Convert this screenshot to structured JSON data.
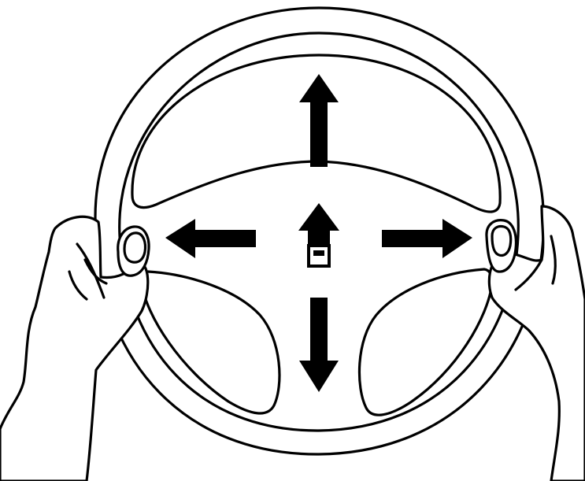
{
  "figure": {
    "background": "#ffffff",
    "ink": "#000000",
    "parts": {
      "wheel": "steering-wheel",
      "hands": [
        "left-hand",
        "right-hand"
      ],
      "arrows": [
        "arrow-up",
        "arrow-down",
        "arrow-left",
        "arrow-right",
        "arrow-center-forward"
      ]
    }
  }
}
